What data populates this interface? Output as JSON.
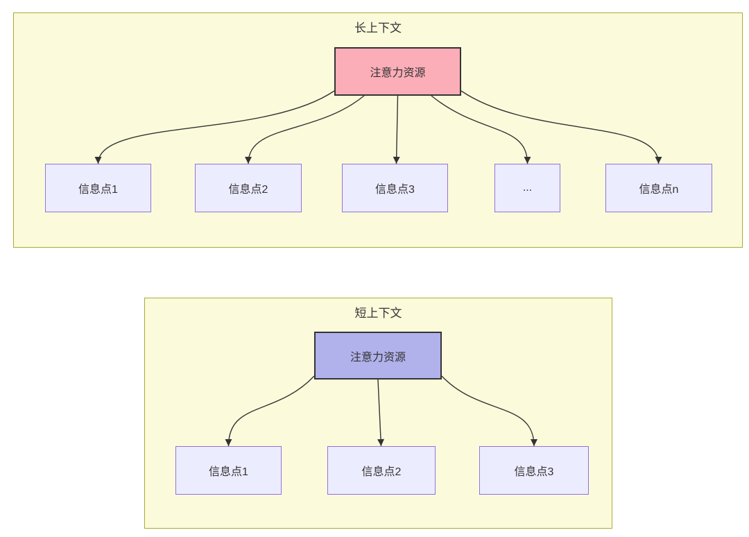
{
  "colors": {
    "page_background": "#ffffff",
    "cluster_fill": "#fbfbdc",
    "cluster_border": "#aaaa33",
    "info_node_fill": "#ececff",
    "info_node_border": "#9370db",
    "long_root_fill": "#fbaeb8",
    "short_root_fill": "#b1b1ec",
    "root_border": "#333333",
    "edge_color": "#333333",
    "text_color": "#333333"
  },
  "long_context": {
    "title": "长上下文",
    "root_label": "注意力资源",
    "children": [
      "信息点1",
      "信息点2",
      "信息点3",
      "...",
      "信息点n"
    ]
  },
  "short_context": {
    "title": "短上下文",
    "root_label": "注意力资源",
    "children": [
      "信息点1",
      "信息点2",
      "信息点3"
    ]
  }
}
